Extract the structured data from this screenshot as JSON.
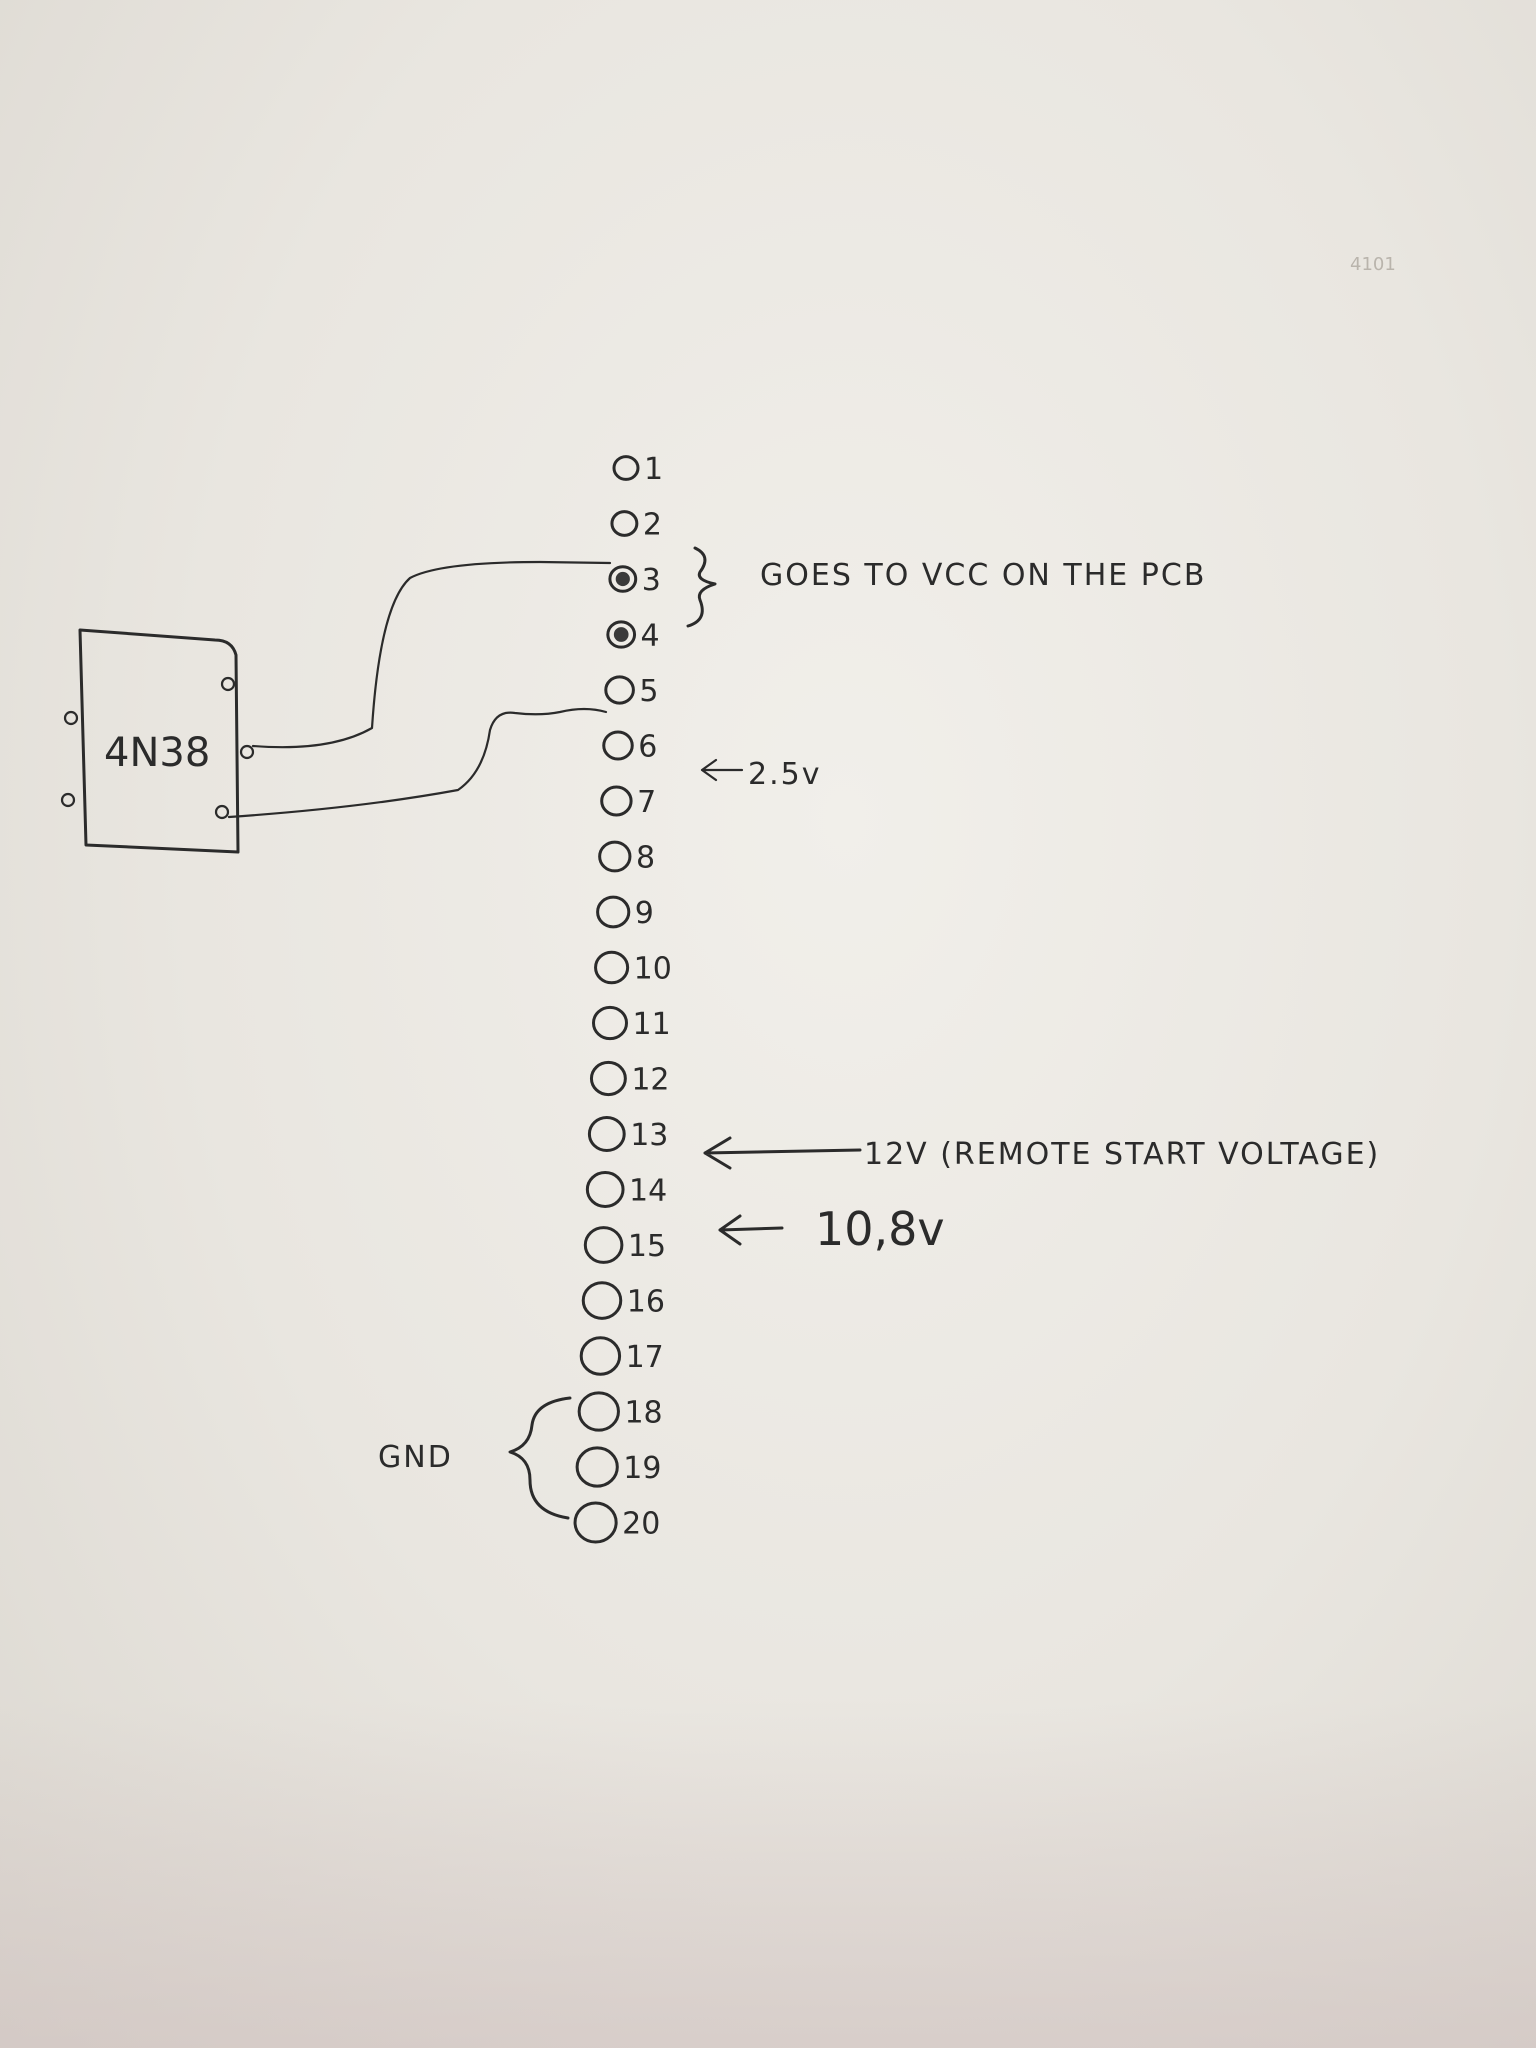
{
  "chip": {
    "label": "4N38"
  },
  "pins": [
    {
      "number": "1",
      "filled": false
    },
    {
      "number": "2",
      "filled": false
    },
    {
      "number": "3",
      "filled": true
    },
    {
      "number": "4",
      "filled": true
    },
    {
      "number": "5",
      "filled": false
    },
    {
      "number": "6",
      "filled": false
    },
    {
      "number": "7",
      "filled": false
    },
    {
      "number": "8",
      "filled": false
    },
    {
      "number": "9",
      "filled": false
    },
    {
      "number": "10",
      "filled": false
    },
    {
      "number": "11",
      "filled": false
    },
    {
      "number": "12",
      "filled": false
    },
    {
      "number": "13",
      "filled": false
    },
    {
      "number": "14",
      "filled": false
    },
    {
      "number": "15",
      "filled": false
    },
    {
      "number": "16",
      "filled": false
    },
    {
      "number": "17",
      "filled": false
    },
    {
      "number": "18",
      "filled": false
    },
    {
      "number": "19",
      "filled": false
    },
    {
      "number": "20",
      "filled": false
    }
  ],
  "annotations": {
    "vcc": "GOES TO VCC ON THE PCB",
    "pin7": "2.5v",
    "pin15": "12V (REMOTE START VOLTAGE)",
    "pin16": "10,8v",
    "gnd": "GND"
  },
  "margin_mark": "4101"
}
